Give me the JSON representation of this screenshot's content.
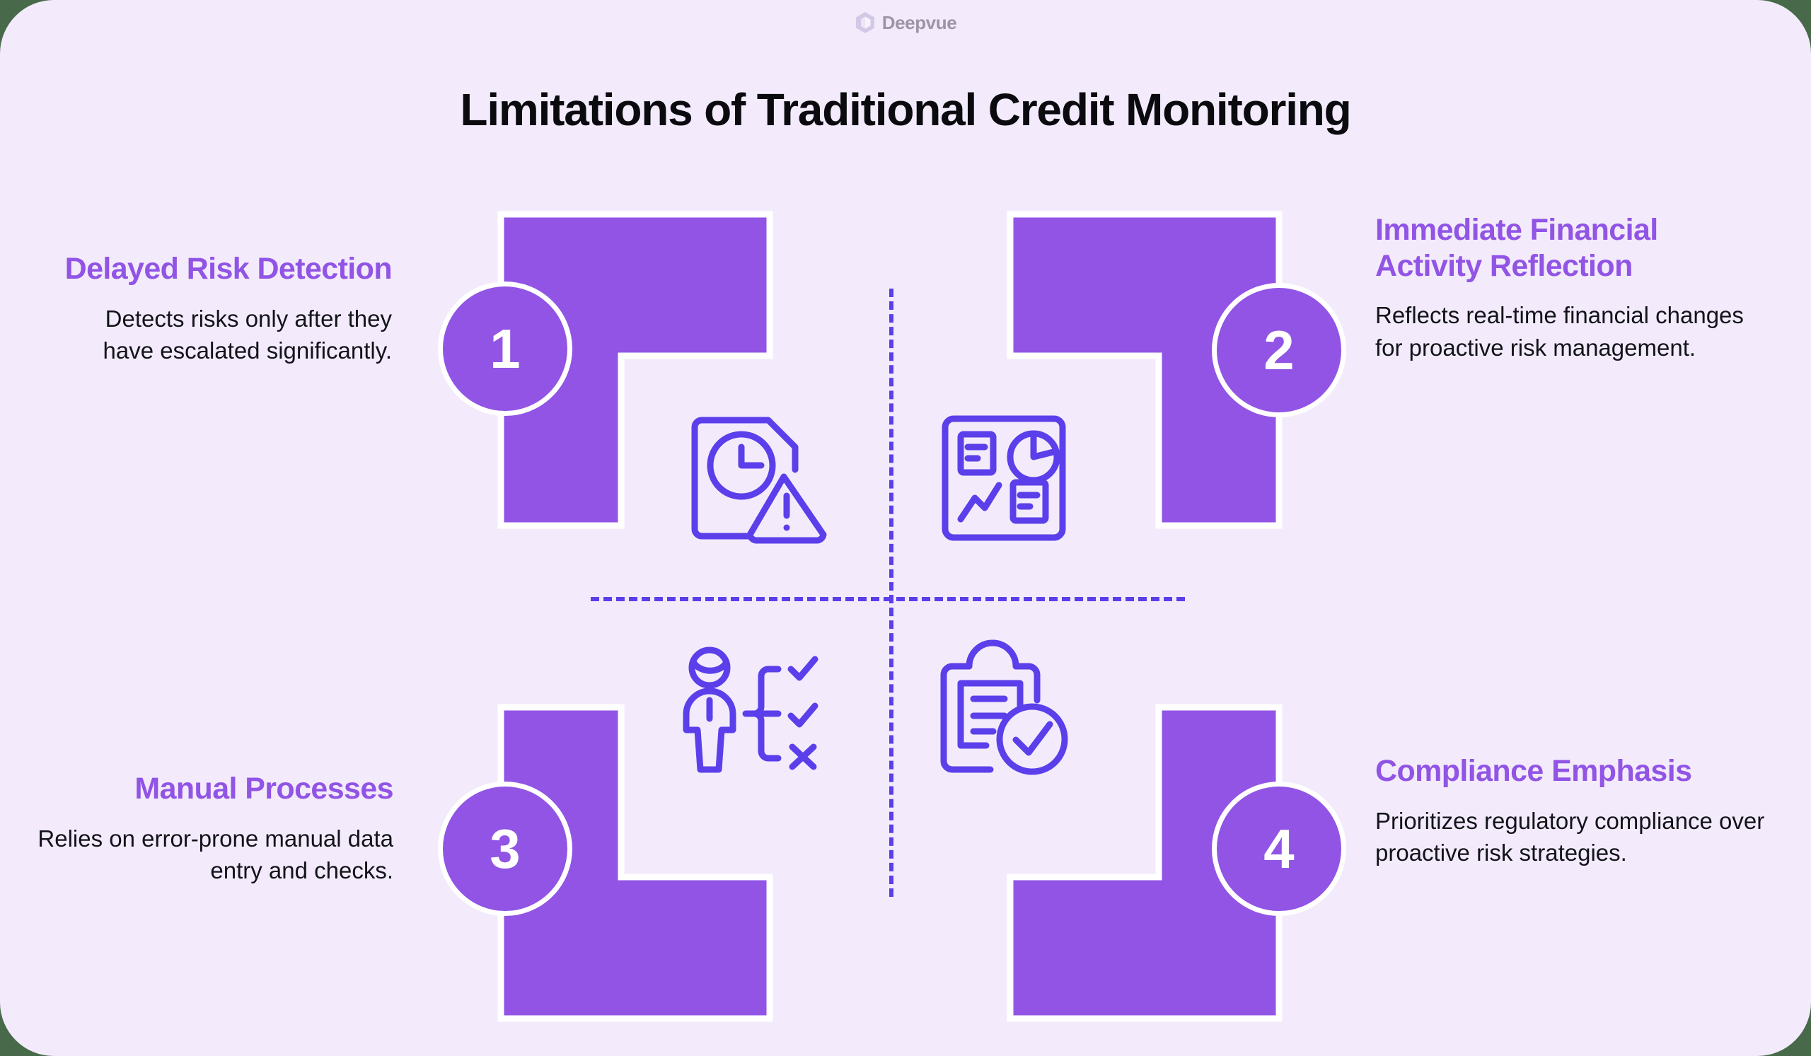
{
  "brand": {
    "name": "Deepvue",
    "logo_icon": "hexagon-cube-logo-icon",
    "logo_color": "#CFC4E4",
    "text_color": "#9D95A8"
  },
  "header": {
    "title": "Limitations of Traditional Credit Monitoring"
  },
  "theme": {
    "background": "#F3EBFB",
    "outer_background": "#48694A",
    "purple": "#9154E5",
    "indigo": "#5B3FEA",
    "text_dark": "#13131A",
    "white": "#FFFFFF"
  },
  "divider": {
    "style": "dashed-cross",
    "color": "#5B3FEA"
  },
  "quadrants": [
    {
      "number": "1",
      "title": "Delayed Risk Detection",
      "body": "Detects risks only after they have escalated significantly.",
      "icon": "document-clock-warning-icon",
      "align": "right",
      "position": "top-left"
    },
    {
      "number": "2",
      "title": "Immediate Financial Activity Reflection",
      "body": "Reflects real-time financial changes for proactive risk management.",
      "icon": "analytics-dashboard-icon",
      "align": "left",
      "position": "top-right"
    },
    {
      "number": "3",
      "title": "Manual Processes",
      "body": "Relies on error-prone manual data entry and checks.",
      "icon": "person-checklist-icon",
      "align": "right",
      "position": "bottom-left"
    },
    {
      "number": "4",
      "title": "Compliance Emphasis",
      "body": "Prioritizes regulatory compliance over proactive risk strategies.",
      "icon": "clipboard-check-icon",
      "align": "left",
      "position": "bottom-right"
    }
  ]
}
